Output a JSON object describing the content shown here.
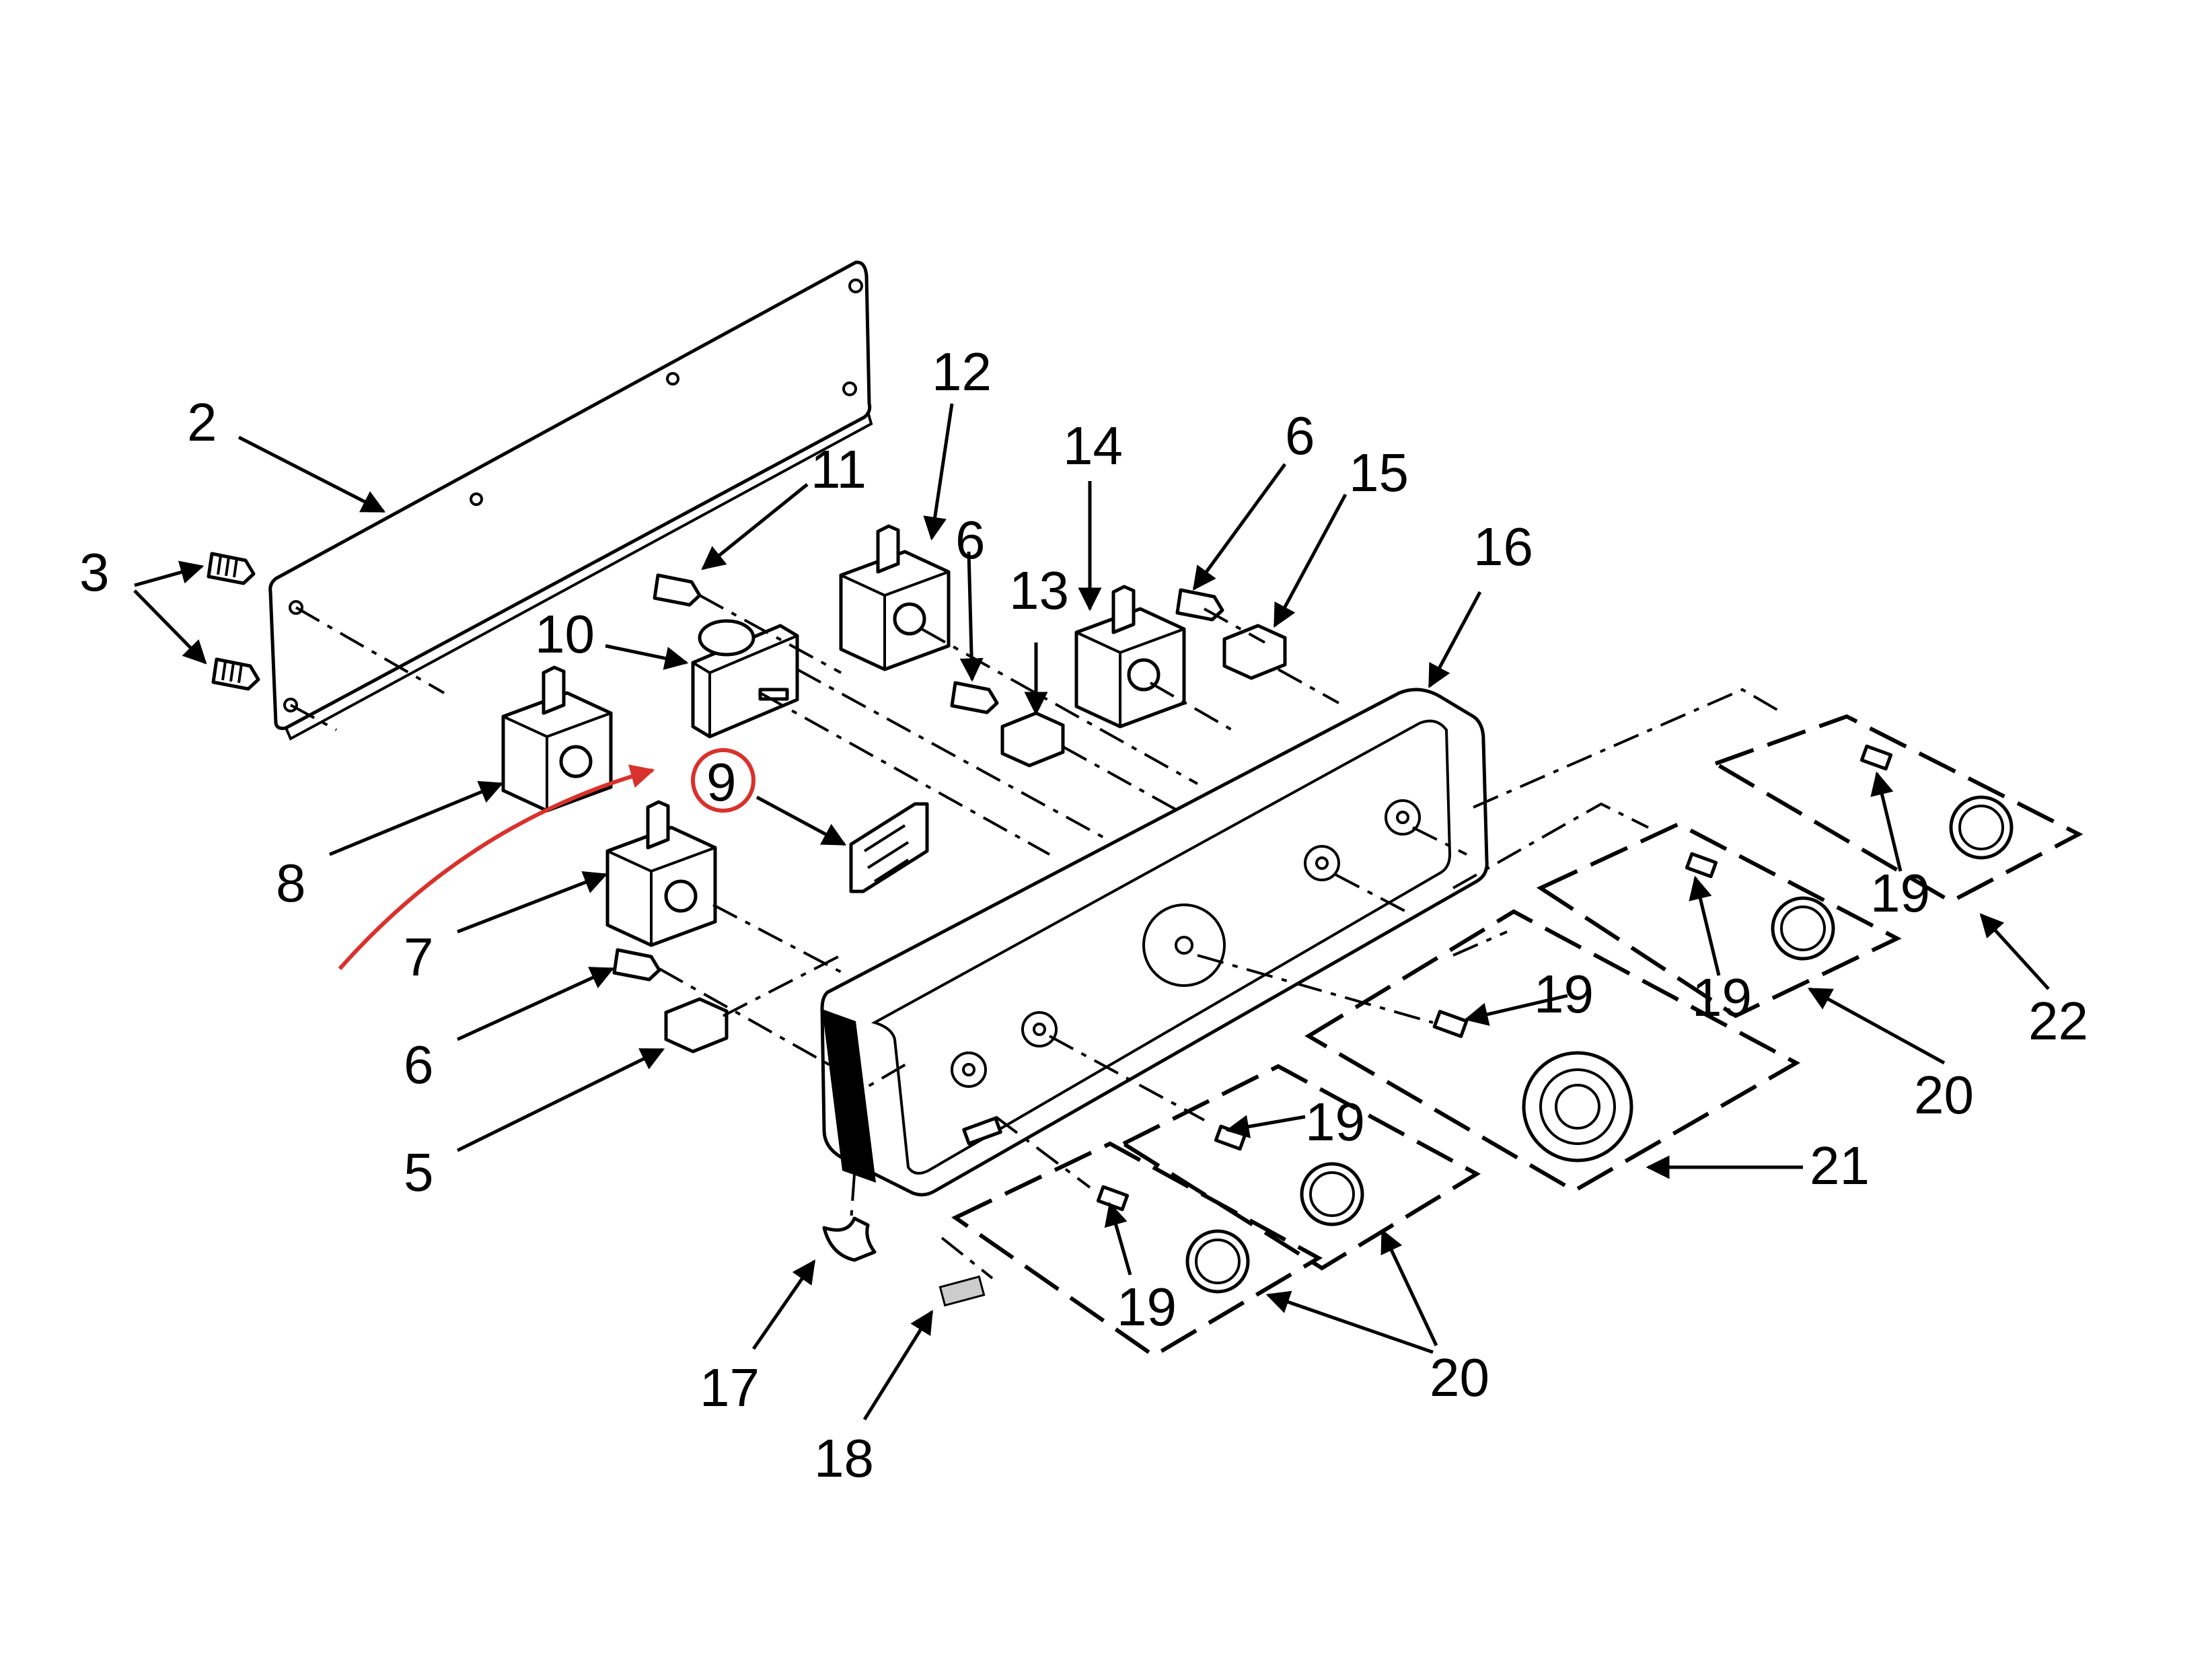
{
  "diagram": {
    "callouts": {
      "c2": "2",
      "c3": "3",
      "c5": "5",
      "c6a": "6",
      "c6b": "6",
      "c6c": "6",
      "c7": "7",
      "c8": "8",
      "c9": "9",
      "c10": "10",
      "c11": "11",
      "c12": "12",
      "c13": "13",
      "c14": "14",
      "c15": "15",
      "c16": "16",
      "c17": "17",
      "c18": "18",
      "c19a": "19",
      "c19b": "19",
      "c19c": "19",
      "c19d": "19",
      "c19e": "19",
      "c20a": "20",
      "c20b": "20",
      "c21": "21",
      "c22": "22"
    },
    "highlight": {
      "callout": "9",
      "color": "#d9312b"
    }
  }
}
